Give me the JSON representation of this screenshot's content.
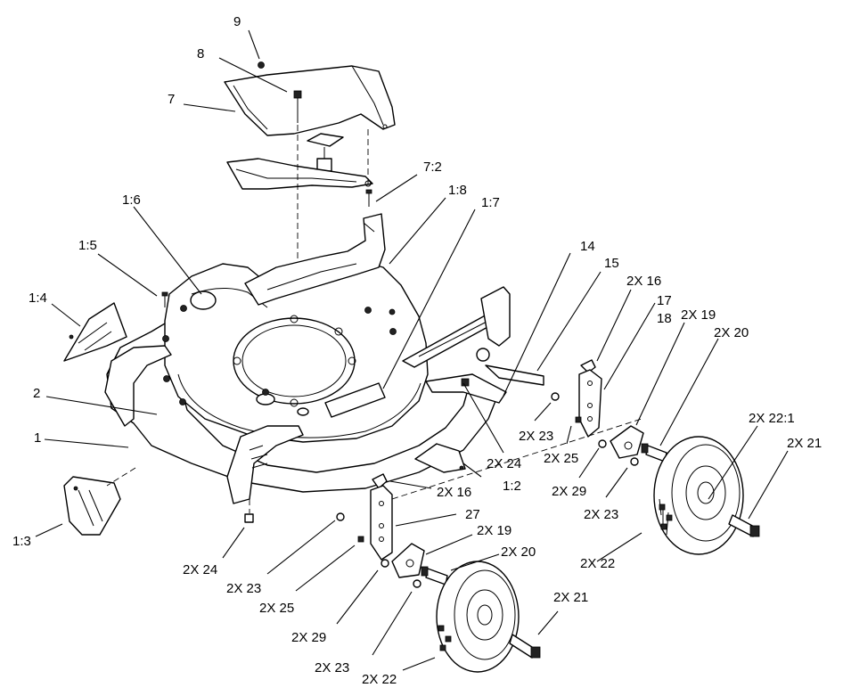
{
  "labels": [
    {
      "id": "lbl-9",
      "text": "9"
    },
    {
      "id": "lbl-8",
      "text": "8"
    },
    {
      "id": "lbl-7",
      "text": "7"
    },
    {
      "id": "lbl-7-2",
      "text": "7:2"
    },
    {
      "id": "lbl-1-8",
      "text": "1:8"
    },
    {
      "id": "lbl-1-7",
      "text": "1:7"
    },
    {
      "id": "lbl-1-6",
      "text": "1:6"
    },
    {
      "id": "lbl-1-5",
      "text": "1:5"
    },
    {
      "id": "lbl-1-4",
      "text": "1:4"
    },
    {
      "id": "lbl-2",
      "text": "2"
    },
    {
      "id": "lbl-1",
      "text": "1"
    },
    {
      "id": "lbl-1-3",
      "text": "1:3"
    },
    {
      "id": "lbl-14",
      "text": "14"
    },
    {
      "id": "lbl-15",
      "text": "15"
    },
    {
      "id": "lbl-2x16-top",
      "text": "2X 16"
    },
    {
      "id": "lbl-17",
      "text": "17"
    },
    {
      "id": "lbl-18",
      "text": "18"
    },
    {
      "id": "lbl-2x19-top",
      "text": "2X 19"
    },
    {
      "id": "lbl-2x20-top",
      "text": "2X 20"
    },
    {
      "id": "lbl-2x22-1",
      "text": "2X 22:1"
    },
    {
      "id": "lbl-2x21-top",
      "text": "2X 21"
    },
    {
      "id": "lbl-2x23-a",
      "text": "2X 23"
    },
    {
      "id": "lbl-2x24-a",
      "text": "2X 24"
    },
    {
      "id": "lbl-2x25-a",
      "text": "2X 25"
    },
    {
      "id": "lbl-2x29-a",
      "text": "2X 29"
    },
    {
      "id": "lbl-2x23-b",
      "text": "2X 23"
    },
    {
      "id": "lbl-1-2",
      "text": "1:2"
    },
    {
      "id": "lbl-2x16-bottom",
      "text": "2X 16"
    },
    {
      "id": "lbl-27",
      "text": "27"
    },
    {
      "id": "lbl-2x19-bottom",
      "text": "2X 19"
    },
    {
      "id": "lbl-2x20-bottom",
      "text": "2X 20"
    },
    {
      "id": "lbl-2x22-a",
      "text": "2X 22"
    },
    {
      "id": "lbl-2x24-b",
      "text": "2X 24"
    },
    {
      "id": "lbl-2x23-c",
      "text": "2X 23"
    },
    {
      "id": "lbl-2x25-b",
      "text": "2X 25"
    },
    {
      "id": "lbl-2x29-b",
      "text": "2X 29"
    },
    {
      "id": "lbl-2x21-bottom",
      "text": "2X 21"
    },
    {
      "id": "lbl-2x23-d",
      "text": "2X 23"
    },
    {
      "id": "lbl-2x22-b",
      "text": "2X 22"
    }
  ]
}
